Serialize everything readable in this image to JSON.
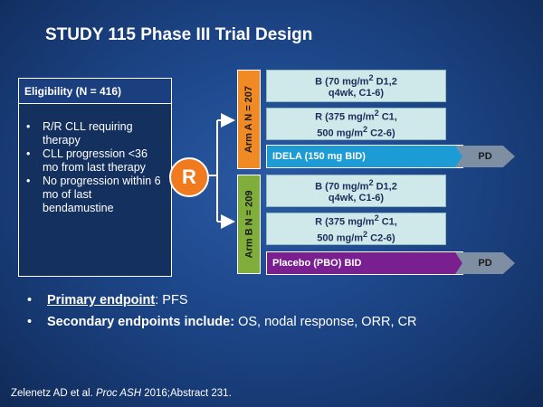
{
  "title": "STUDY 115 Phase III Trial Design",
  "eligibility": {
    "header": "Eligibility (N = 416)",
    "items": [
      "R/R CLL requiring therapy",
      "CLL progression <36 mo from last therapy",
      "No progression within 6 mo of last bendamustine"
    ]
  },
  "randomization": {
    "label": "R"
  },
  "arms": [
    {
      "label": "Arm A N = 207",
      "color": "#f08a24",
      "b_dose": {
        "line1_pre": "B (70 mg/m",
        "sup": "2",
        "line1_post": " D1,2",
        "line2": "q4wk, C1-6)"
      },
      "r_dose": {
        "line1_pre": "R (375 mg/m",
        "sup": "2",
        "line1_post": " C1,",
        "line2": "500 mg/m",
        "sup2": "2",
        "line2_post": " C2-6)"
      },
      "drug": "IDELA (150 mg BID)",
      "drug_color": "#1c9bd4",
      "endpoint": "PD"
    },
    {
      "label": "Arm B N = 209",
      "color": "#7fae3a",
      "b_dose": {
        "line1_pre": "B (70 mg/m",
        "sup": "2",
        "line1_post": " D1,2",
        "line2": "q4wk, C1-6)"
      },
      "r_dose": {
        "line1_pre": "R (375 mg/m",
        "sup": "2",
        "line1_post": " C1,",
        "line2": "500 mg/m",
        "sup2": "2",
        "line2_post": " C2-6)"
      },
      "drug": "Placebo (PBO) BID",
      "drug_color": "#7a1f8f",
      "endpoint": "PD"
    }
  ],
  "endpoints": {
    "primary_label": "Primary endpoint",
    "primary_value": ": PFS",
    "secondary_label": "Secondary endpoints include:",
    "secondary_value": " OS, nodal response, ORR, CR"
  },
  "citation": {
    "authors": "Zelenetz AD et al. ",
    "journal": "Proc ASH",
    "rest": " 2016;Abstract 231."
  }
}
